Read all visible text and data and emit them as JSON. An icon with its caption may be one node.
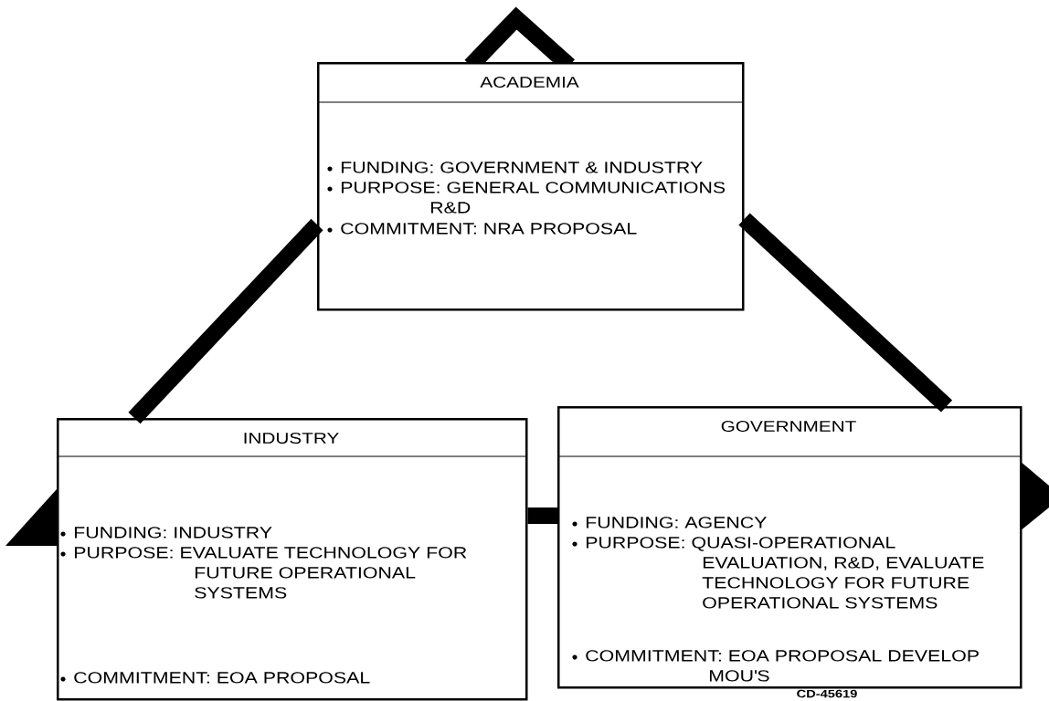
{
  "diagram": {
    "nodes": [
      {
        "text": [
          "ACADEMIA",
          "FUNDING: GOVERNMENT & INDUSTRY",
          "PURPOSE: GENERAL COMMUNICATIONS R&D",
          "COMMITMENT: NRA PROPOSAL"
        ]
      },
      {
        "text": [
          "INDUSTRY",
          "FUNDING: INDUSTRY",
          "PURPOSE: EVALUATE TECHNOLOGY FOR FUTURE OPERATIONAL SYSTEMS",
          "COMMITMENT: EOA PROPOSAL"
        ]
      },
      {
        "text": [
          "GOVERNMENT",
          "FUNDING: AGENCY",
          "PURPOSE: QUASI-OPERATIONAL EVALUATION, R&D, EVALUATE TECHNOLOGY FOR FUTURE OPERATIONAL SYSTEMS",
          "COMMITMENT: EOA PROPOSAL DEVELOP MOU'S"
        ]
      }
    ],
    "edges": [
      {
        "from": 0,
        "to": 1,
        "arrow": "none"
      },
      {
        "from": 0,
        "to": 2,
        "arrow": "none"
      },
      {
        "from": 1,
        "to": 2,
        "arrow": "none"
      }
    ],
    "labels": [
      "CD-45619"
    ]
  }
}
